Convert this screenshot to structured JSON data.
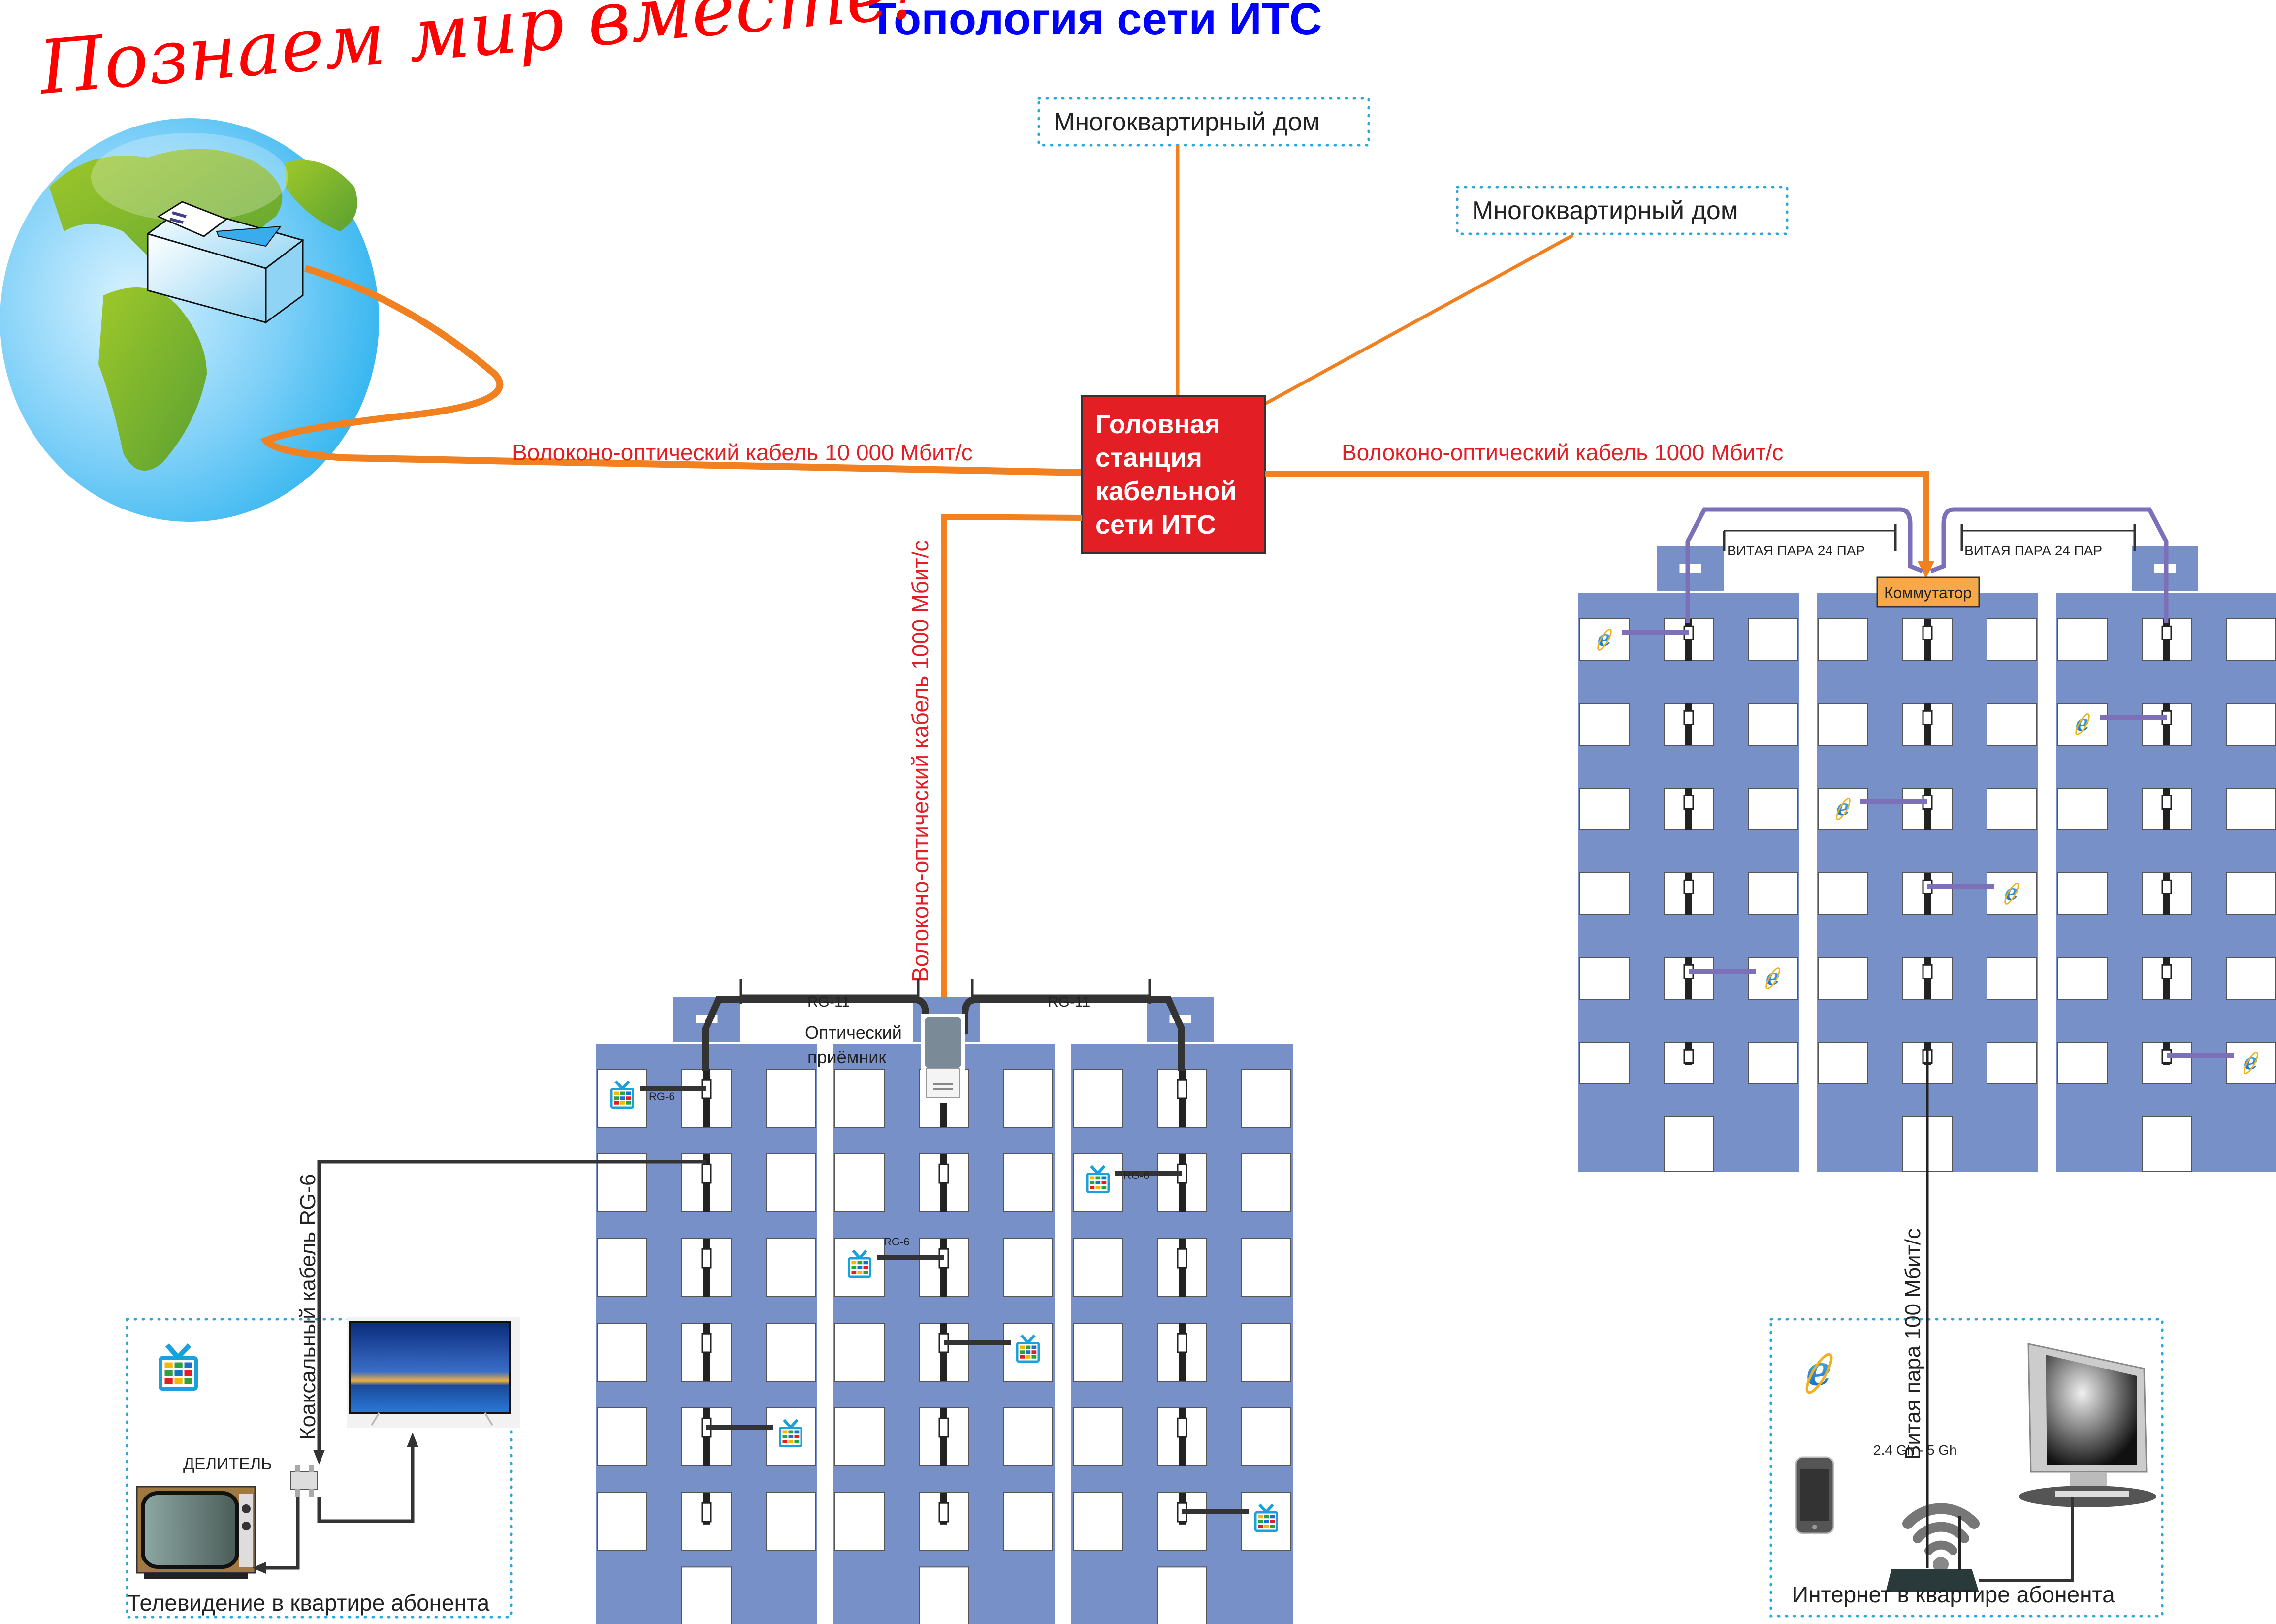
{
  "header": {
    "title": "Топология  сети  ИТС",
    "slogan": "Познаем  мир  вместе!"
  },
  "head_station": {
    "label_lines": [
      "Головная",
      "станция",
      "кабельной",
      "сети  ИТС"
    ],
    "color": "#e31e24"
  },
  "apartment_blocks": [
    {
      "label": "Многоквартирный  дом"
    },
    {
      "label": "Многоквартирный  дом"
    }
  ],
  "links": {
    "internet_uplink": "Волоконо-оптический кабель 10 000 Мбит/с",
    "to_internet_complex": "Волоконо-оптический кабель 1000 Мбит/с",
    "to_tv_complex": "Волоконо-оптический кабель 1000 Мбит/с"
  },
  "tv_complex": {
    "trunk_cable_left": "RG-11",
    "trunk_cable_right": "RG-11",
    "receiver_label_line1": "Оптический",
    "receiver_label_line2": "приёмник",
    "drop_labels": [
      "RG-6",
      "RG-6",
      "RG-6"
    ],
    "floors": 6,
    "buildings": 3
  },
  "internet_complex": {
    "trunk_cable_left": "ВИТАЯ ПАРА 24 ПАР",
    "trunk_cable_right": "ВИТАЯ ПАРА 24 ПАР",
    "switch_label": "Коммутатор",
    "switch_color": "#f7a848",
    "floors": 6,
    "buildings": 3
  },
  "tv_apartment": {
    "caption": "Телевидение в квартире абонента",
    "cable_label": "Коаксальный кабель RG-6",
    "splitter_label": "ДЕЛИТЕЛЬ"
  },
  "internet_apartment": {
    "caption": "Интернет в квартире абонента",
    "cable_label": "Витая пара 100 Мбит/с",
    "wifi_label": "2.4 Gh - 5 Gh"
  },
  "colors": {
    "fiber": "#f08020",
    "building": "#7890c8",
    "twisted_pair": "#7e70b8",
    "title": "#0000ff",
    "link_text": "#e31e24"
  }
}
